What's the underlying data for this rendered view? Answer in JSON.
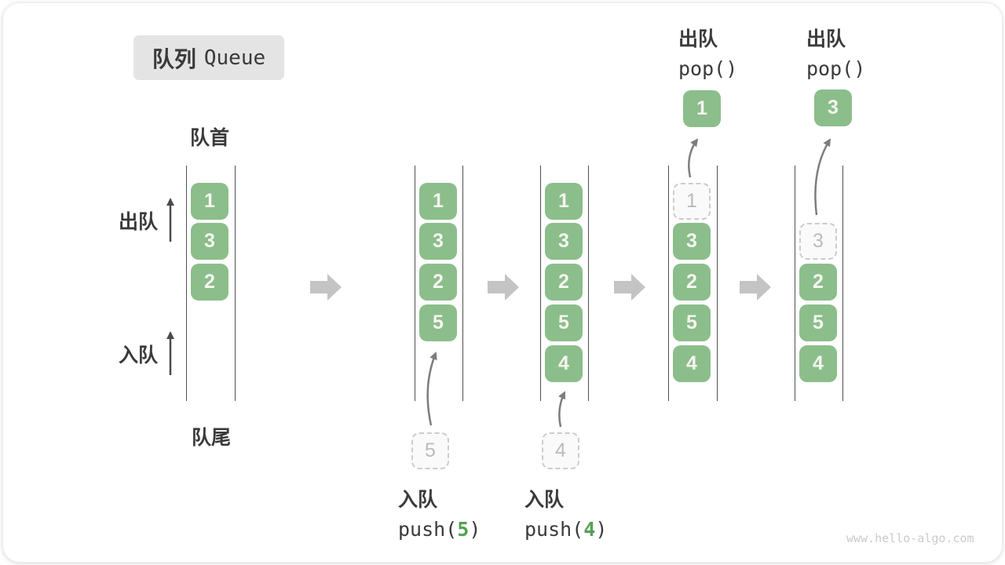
{
  "title": {
    "zh": "队列",
    "en": "Queue"
  },
  "labels": {
    "front": "队首",
    "rear": "队尾",
    "dequeue_side": "出队",
    "enqueue_side": "入队"
  },
  "colors": {
    "cell_green": "#8bbe8b",
    "cell_text": "#f6f6f1",
    "ghost_border": "#cccccc",
    "ghost_text": "#bbbbbb",
    "accent_green": "#55a055",
    "queue_line": "#4f4f4f",
    "block_arrow": "#c4c4c4",
    "label_text": "#3a3a3a",
    "title_bg": "#e4e4e4",
    "watermark": "#cbcbcb"
  },
  "queues": [
    {
      "cells": [
        {
          "value": "1",
          "state": "solid"
        },
        {
          "value": "3",
          "state": "solid"
        },
        {
          "value": "2",
          "state": "solid"
        }
      ]
    },
    {
      "cells": [
        {
          "value": "1",
          "state": "solid"
        },
        {
          "value": "3",
          "state": "solid"
        },
        {
          "value": "2",
          "state": "solid"
        },
        {
          "value": "5",
          "state": "solid"
        }
      ]
    },
    {
      "cells": [
        {
          "value": "1",
          "state": "solid"
        },
        {
          "value": "3",
          "state": "solid"
        },
        {
          "value": "2",
          "state": "solid"
        },
        {
          "value": "5",
          "state": "solid"
        },
        {
          "value": "4",
          "state": "solid"
        }
      ]
    },
    {
      "cells": [
        {
          "value": "1",
          "state": "ghost"
        },
        {
          "value": "3",
          "state": "solid"
        },
        {
          "value": "2",
          "state": "solid"
        },
        {
          "value": "5",
          "state": "solid"
        },
        {
          "value": "4",
          "state": "solid"
        }
      ]
    },
    {
      "cells": [
        {
          "value": "3",
          "state": "ghost"
        },
        {
          "value": "2",
          "state": "solid"
        },
        {
          "value": "5",
          "state": "solid"
        },
        {
          "value": "4",
          "state": "solid"
        }
      ]
    }
  ],
  "ops": {
    "push5": {
      "name": "入队",
      "code_pre": "push(",
      "arg": "5",
      "code_post": ")",
      "staged": "5"
    },
    "push4": {
      "name": "入队",
      "code_pre": "push(",
      "arg": "4",
      "code_post": ")",
      "staged": "4"
    },
    "pop1": {
      "name": "出队",
      "code": "pop()",
      "result": "1"
    },
    "pop2": {
      "name": "出队",
      "code": "pop()",
      "result": "3"
    }
  },
  "watermark": "www.hello-algo.com"
}
